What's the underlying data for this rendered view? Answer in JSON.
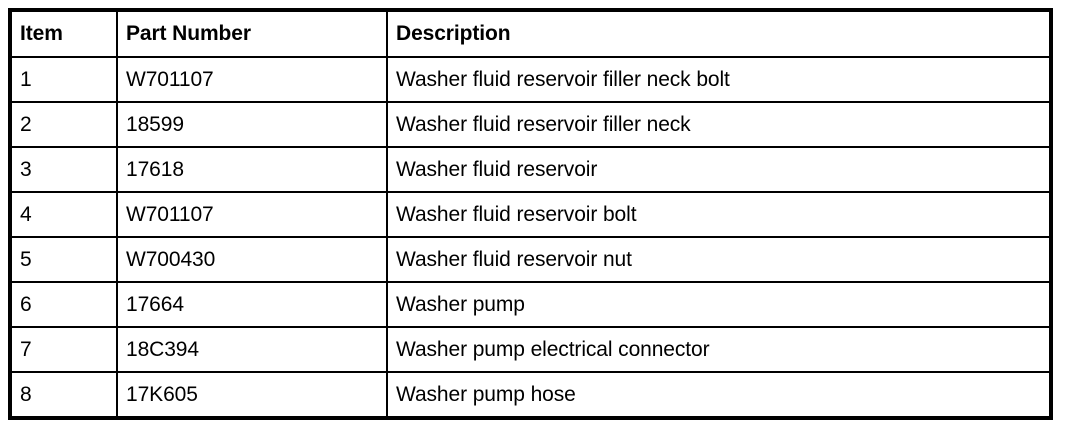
{
  "table": {
    "columns": [
      {
        "key": "item",
        "label": "Item"
      },
      {
        "key": "part_number",
        "label": "Part Number"
      },
      {
        "key": "description",
        "label": "Description"
      }
    ],
    "rows": [
      {
        "item": "1",
        "part_number": "W701107",
        "description": "Washer fluid reservoir filler neck bolt"
      },
      {
        "item": "2",
        "part_number": "18599",
        "description": "Washer fluid reservoir filler neck"
      },
      {
        "item": "3",
        "part_number": "17618",
        "description": "Washer fluid reservoir"
      },
      {
        "item": "4",
        "part_number": "W701107",
        "description": "Washer fluid reservoir bolt"
      },
      {
        "item": "5",
        "part_number": "W700430",
        "description": "Washer fluid reservoir nut"
      },
      {
        "item": "6",
        "part_number": "17664",
        "description": "Washer pump"
      },
      {
        "item": "7",
        "part_number": "18C394",
        "description": "Washer pump electrical connector"
      },
      {
        "item": "8",
        "part_number": "17K605",
        "description": "Washer pump hose"
      }
    ]
  },
  "colors": {
    "border": "#000000",
    "text": "#000000",
    "background": "#ffffff"
  }
}
